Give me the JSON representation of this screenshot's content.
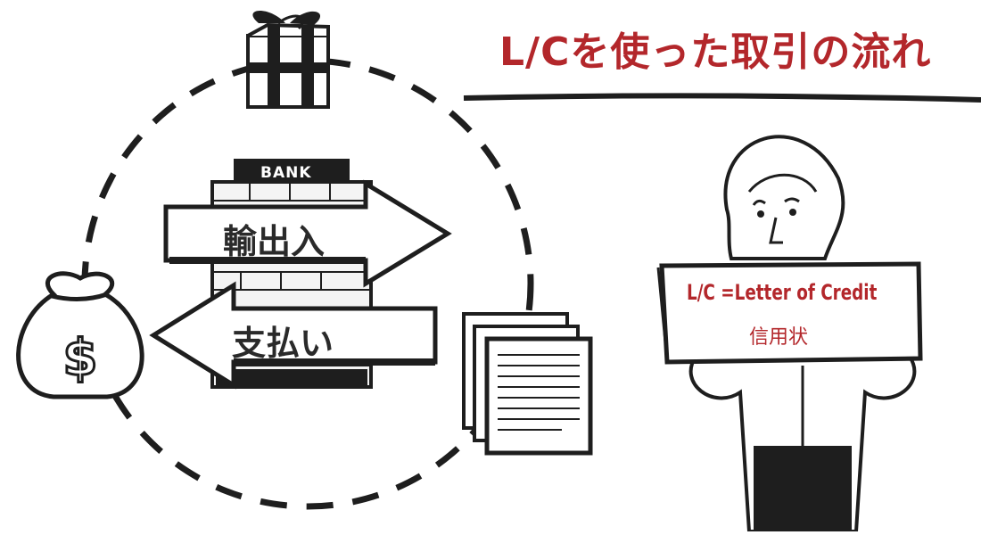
{
  "title": "L/Cを使った取引の流れ",
  "bank": {
    "label": "BANK"
  },
  "signs": {
    "export_import": "輸出入",
    "payment": "支払い"
  },
  "placard": {
    "line1": "L/C =Letter of Credit",
    "line2": "信用状"
  },
  "colors": {
    "accent": "#b3272b",
    "ink": "#1e1e1e",
    "paper": "#ffffff"
  },
  "icons": [
    "gift-box-icon",
    "money-bag-icon",
    "documents-icon",
    "bank-building-icon",
    "person-icon"
  ]
}
